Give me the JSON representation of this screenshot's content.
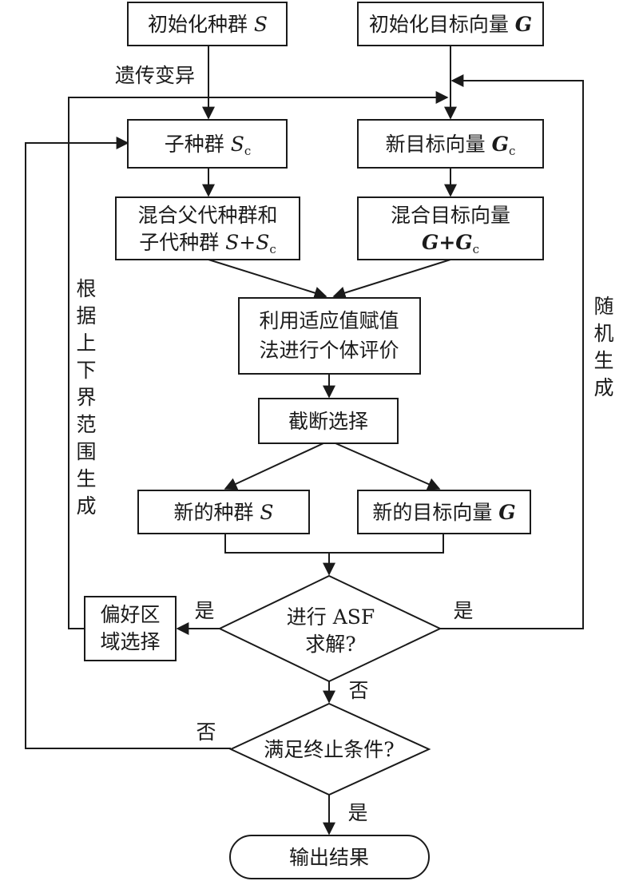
{
  "nodes": {
    "init_pop": {
      "text": "初始化种群 ",
      "var": "S"
    },
    "init_goal": {
      "text": "初始化目标向量 ",
      "var": "G"
    },
    "offspring": {
      "text": "子种群 ",
      "var": "S",
      "sub": "c"
    },
    "new_goal": {
      "text": "新目标向量 ",
      "var": "G",
      "sub": "c"
    },
    "merge_pop": {
      "line1": "混合父代种群和",
      "line2": "子代种群 ",
      "var1": "S",
      "plus": "+",
      "var2": "S",
      "sub": "c"
    },
    "merge_goal": {
      "line1": "混合目标向量",
      "var1": "G",
      "plus": "+",
      "var2": "G",
      "sub": "c"
    },
    "evaluate": {
      "line1": "利用适应值赋值",
      "line2": "法进行个体评价"
    },
    "truncate": {
      "text": "截断选择"
    },
    "new_pop": {
      "text": "新的种群 ",
      "var": "S"
    },
    "new_goal_vec": {
      "text": "新的目标向量 ",
      "var": "G"
    },
    "asf": {
      "line1": "进行 ASF",
      "line2": "求解?"
    },
    "terminate": {
      "text": "满足终止条件?"
    },
    "preference": {
      "line1": "偏好区",
      "line2": "域选择"
    },
    "output": {
      "text": "输出结果"
    }
  },
  "labels": {
    "mutation": "遗传变异",
    "bounds": [
      "根",
      "据",
      "上",
      "下",
      "界",
      "范",
      "围",
      "生",
      "成"
    ],
    "random": [
      "随",
      "机",
      "生",
      "成"
    ],
    "yes_left": "是",
    "yes_right": "是",
    "no_asf": "否",
    "no_terminate": "否",
    "yes_terminate": "是"
  }
}
